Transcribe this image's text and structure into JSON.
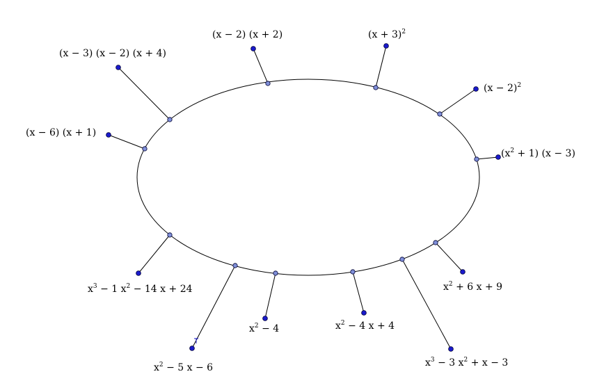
{
  "diagram": {
    "labels": [
      {
        "id": "tl3",
        "parts": [
          {
            "t": "(x − 3)  (x − 2)  (x + 4)"
          }
        ]
      },
      {
        "id": "tc2",
        "parts": [
          {
            "t": "(x − 2)  (x + 2)"
          }
        ]
      },
      {
        "id": "tr1",
        "parts": [
          {
            "t": "(x + 3)"
          },
          {
            "sup": "2"
          }
        ]
      },
      {
        "id": "tr2",
        "parts": [
          {
            "t": "(x − 2)"
          },
          {
            "sup": "2"
          }
        ]
      },
      {
        "id": "rr1",
        "parts": [
          {
            "t": "(x"
          },
          {
            "sup": "2"
          },
          {
            "t": " + 1)  (x − 3)"
          }
        ]
      },
      {
        "id": "ll1",
        "parts": [
          {
            "t": "(x − 6)  (x + 1)"
          }
        ]
      },
      {
        "id": "bl1",
        "parts": [
          {
            "t": "x"
          },
          {
            "sup": "3"
          },
          {
            "t": " − 1 x"
          },
          {
            "sup": "2"
          },
          {
            "t": " − 14 x + 24"
          }
        ]
      },
      {
        "id": "bl2",
        "parts": [
          {
            "t": "x"
          },
          {
            "sup": "2"
          },
          {
            "t": " − 5 x − 6"
          }
        ]
      },
      {
        "id": "bc1",
        "parts": [
          {
            "t": "x"
          },
          {
            "sup": "2"
          },
          {
            "t": " − 4"
          }
        ]
      },
      {
        "id": "bc2",
        "parts": [
          {
            "t": "x"
          },
          {
            "sup": "2"
          },
          {
            "t": " − 4 x + 4"
          }
        ]
      },
      {
        "id": "br1",
        "parts": [
          {
            "t": "x"
          },
          {
            "sup": "3"
          },
          {
            "t": " − 3 x"
          },
          {
            "sup": "2"
          },
          {
            "t": " + x − 3"
          }
        ]
      },
      {
        "id": "br2",
        "parts": [
          {
            "t": "x"
          },
          {
            "sup": "2"
          },
          {
            "t": " + 6 x + 9"
          }
        ]
      }
    ],
    "colors": {
      "pin": "#1a1acc",
      "anchor": "#7f8fd8",
      "line": "#000000"
    }
  }
}
